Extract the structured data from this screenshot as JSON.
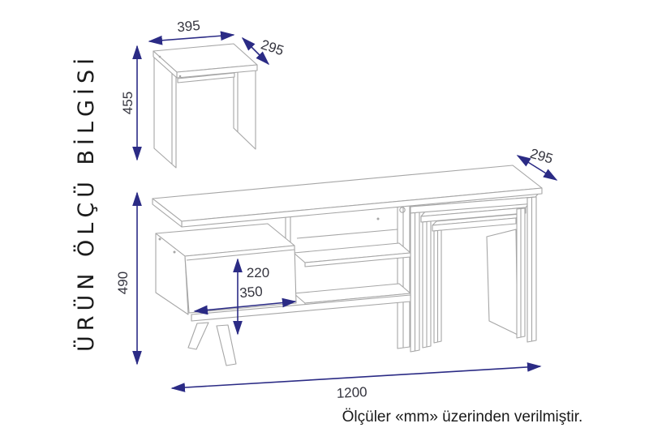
{
  "page": {
    "title_vertical": "ÜRÜN ÖLÇÜ BİLGİSİ",
    "footer_note": "Ölçüler «mm» üzerinden verilmiştir.",
    "unit": "mm"
  },
  "colors": {
    "background": "#ffffff",
    "drawing_line": "#a6a6a6",
    "dimension_arrow": "#2b2b85",
    "dimension_text": "#35353f",
    "title_text": "#1a1a1a"
  },
  "stool": {
    "width": "395",
    "depth": "295",
    "height": "455"
  },
  "tv_unit": {
    "width": "1200",
    "depth": "295",
    "height": "490",
    "drawer_inner_height": "220",
    "drawer_inner_width": "350"
  }
}
